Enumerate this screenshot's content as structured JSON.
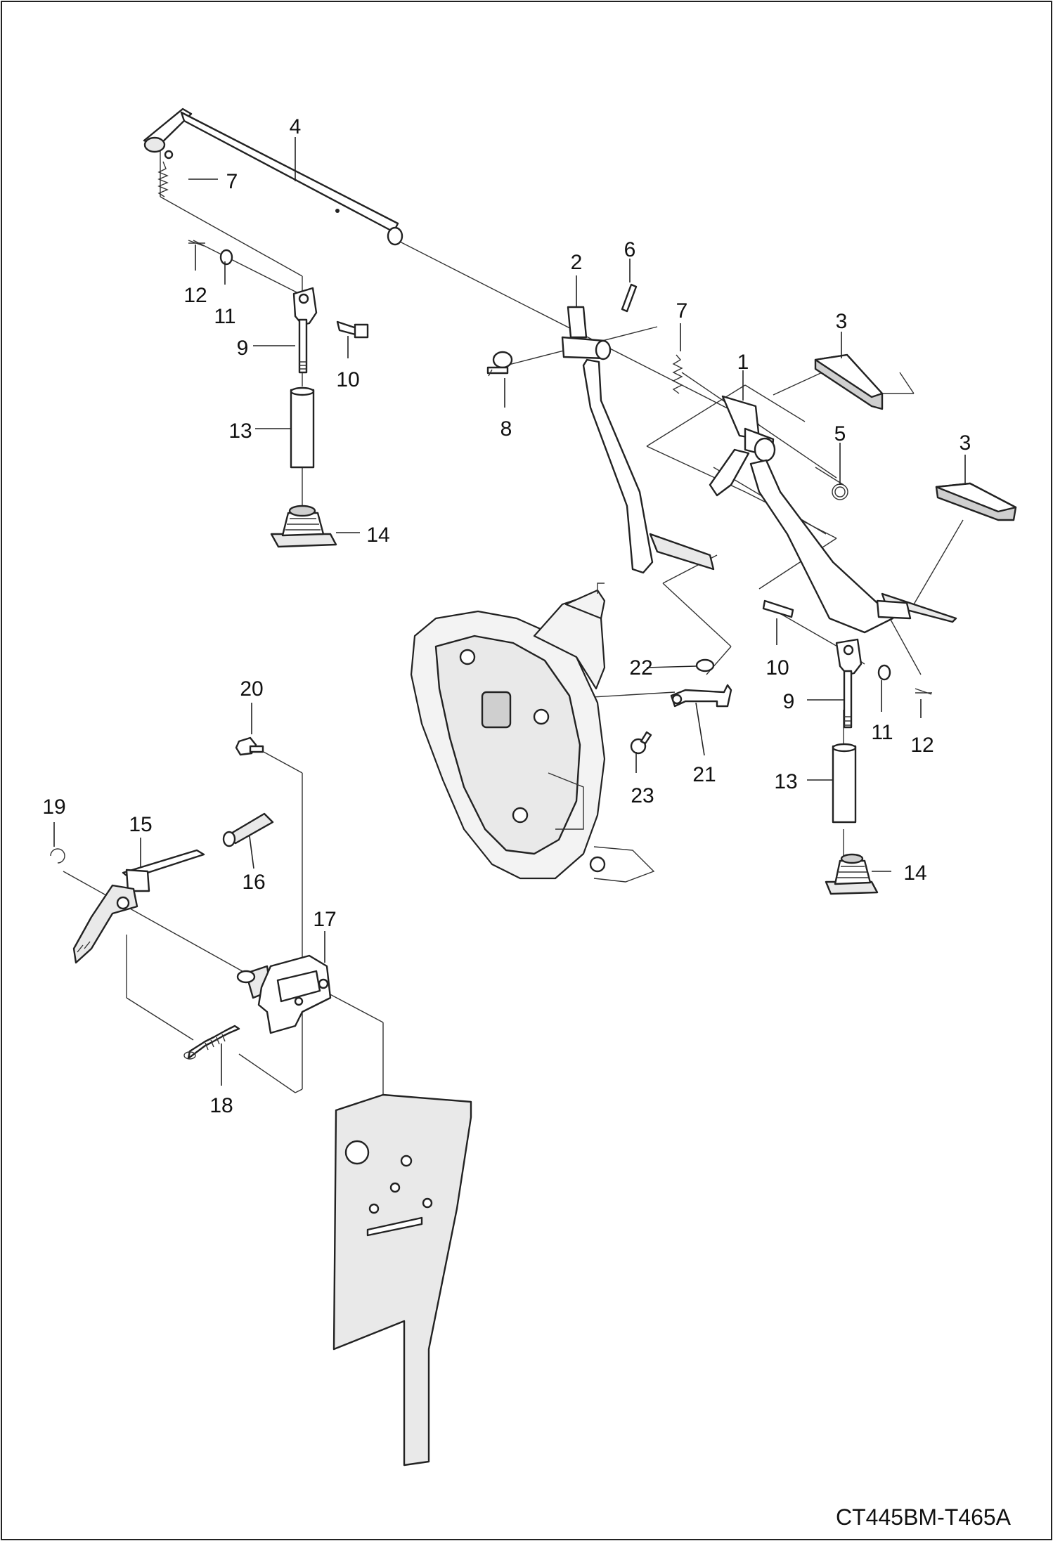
{
  "diagram_code": "CT445BM-T465A",
  "callouts": {
    "c1": "1",
    "c2": "2",
    "c3a": "3",
    "c3b": "3",
    "c4": "4",
    "c5": "5",
    "c6": "6",
    "c7a": "7",
    "c7b": "7",
    "c8": "8",
    "c9a": "9",
    "c9b": "9",
    "c10a": "10",
    "c10b": "10",
    "c11a": "11",
    "c11b": "11",
    "c12a": "12",
    "c12b": "12",
    "c13a": "13",
    "c13b": "13",
    "c14a": "14",
    "c14b": "14",
    "c15": "15",
    "c16": "16",
    "c17": "17",
    "c18": "18",
    "c19": "19",
    "c20": "20",
    "c21": "21",
    "c22": "22",
    "c23": "23"
  }
}
